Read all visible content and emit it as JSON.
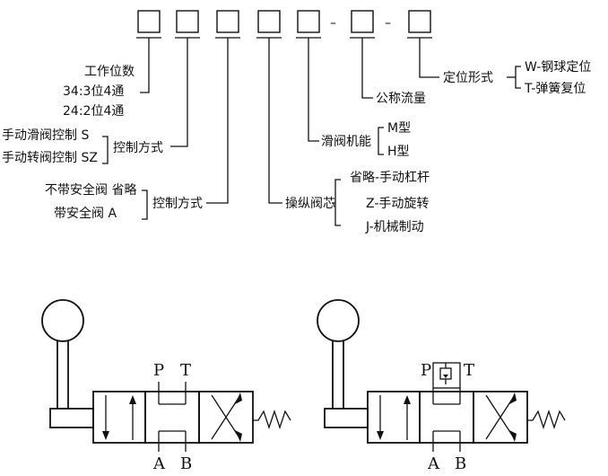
{
  "code": {
    "dashes": [
      "–",
      "–"
    ]
  },
  "fields": {
    "position": {
      "title": "工作位数",
      "options": [
        "34:3位4通",
        "24:2位4通"
      ]
    },
    "control_1": {
      "title": "控制方式",
      "options": [
        "手动滑阀控制 S",
        "手动转阀控制 SZ"
      ]
    },
    "control_2": {
      "title": "控制方式",
      "options": [
        "不带安全阀 省略",
        "带安全阀 A"
      ]
    },
    "spool": {
      "title": "操纵阀芯",
      "options": [
        "省略-手动杠杆",
        "Z-手动旋转",
        "J-机械制动"
      ]
    },
    "function": {
      "title": "滑阀机能",
      "options": [
        "M型",
        "H型"
      ]
    },
    "flow": {
      "title": "公称流量"
    },
    "detent": {
      "title": "定位形式",
      "options": [
        "W-钢球定位",
        "T-弹簧复位"
      ]
    }
  },
  "symbols": {
    "left": {
      "ports_top": [
        "P",
        "T"
      ],
      "ports_bottom": [
        "A",
        "B"
      ]
    },
    "right": {
      "ports_top": [
        "P",
        "T"
      ],
      "ports_bottom": [
        "A",
        "B"
      ]
    }
  }
}
